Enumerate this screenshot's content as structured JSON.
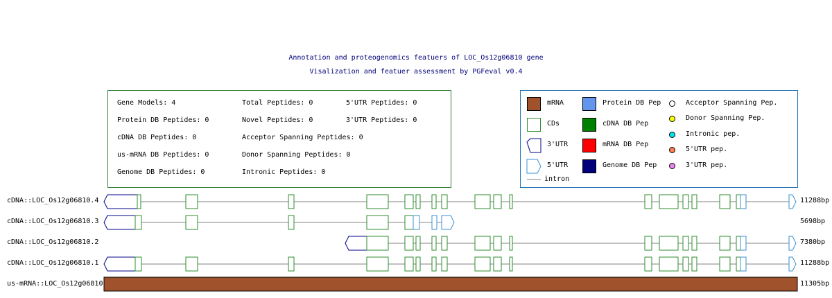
{
  "header": {
    "line1": "Annotation and proteogenomics featuers of LOC_Os12g06810 gene",
    "line2": "Visalization and featuer assessment by PGFeval v0.4"
  },
  "stats": {
    "gene_models": "Gene Models: 4",
    "protein_db": "Protein DB Peptides: 0",
    "cdna_db": "cDNA DB Peptides: 0",
    "us_mrna_db": "us-mRNA DB Peptides: 0",
    "genome_db": "Genome DB Peptides: 0",
    "total": "Total Peptides: 0",
    "novel": "Novel Peptides: 0",
    "acceptor": "Acceptor Spanning Peptides: 0",
    "donor": "Donor Spanning Peptides: 0",
    "intronic": "Intronic Peptides: 0",
    "utr5": "5'UTR Peptides: 0",
    "utr3": "3'UTR Peptides: 0"
  },
  "legend": {
    "mrna": "mRNA",
    "cds": "CDs",
    "utr3": "3'UTR",
    "utr5": "5'UTR",
    "intron": "intron",
    "protein_db_pep": "Protein DB Pep",
    "cdna_db_pep": "cDNA DB Pep",
    "mrna_db_pep": "mRNA DB Pep",
    "genome_db_pep": "Genome DB Pep",
    "acceptor_pep": "Acceptor Spanning Pep.",
    "donor_pep": "Donor Spanning Pep.",
    "intronic_pep": "Intronic pep.",
    "utr5_pep": "5'UTR pep.",
    "utr3_pep": "3'UTR pep."
  },
  "colors": {
    "title": "#00007a",
    "stats_border": "#2e7d32",
    "legend_border": "#1e6fb5",
    "mrna": "#a0522d",
    "cds": "#2e8b2e",
    "utr3": "#00008b",
    "utr5": "#3a8fd0",
    "intron": "#c0c0c0",
    "protein_db_pep": "#6495ed",
    "cdna_db_pep": "#008000",
    "mrna_db_pep": "#ff0000",
    "genome_db_pep": "#00007a",
    "acceptor_pep": "#ffffff",
    "donor_pep": "#ffff00",
    "intronic_pep": "#00e5ee",
    "utr5_pep": "#ff7f50",
    "utr3_pep": "#ee82ee"
  },
  "tracks": [
    {
      "label": "cDNA::LOC_Os12g06810.4",
      "length": "11288bp"
    },
    {
      "label": "cDNA::LOC_Os12g06810.3",
      "length": "5698bp"
    },
    {
      "label": "cDNA::LOC_Os12g06810.2",
      "length": "7380bp"
    },
    {
      "label": "cDNA::LOC_Os12g06810.1",
      "length": "11288bp"
    },
    {
      "label": "us-mRNA::LOC_Os12g06810",
      "length": "11305bp"
    }
  ]
}
